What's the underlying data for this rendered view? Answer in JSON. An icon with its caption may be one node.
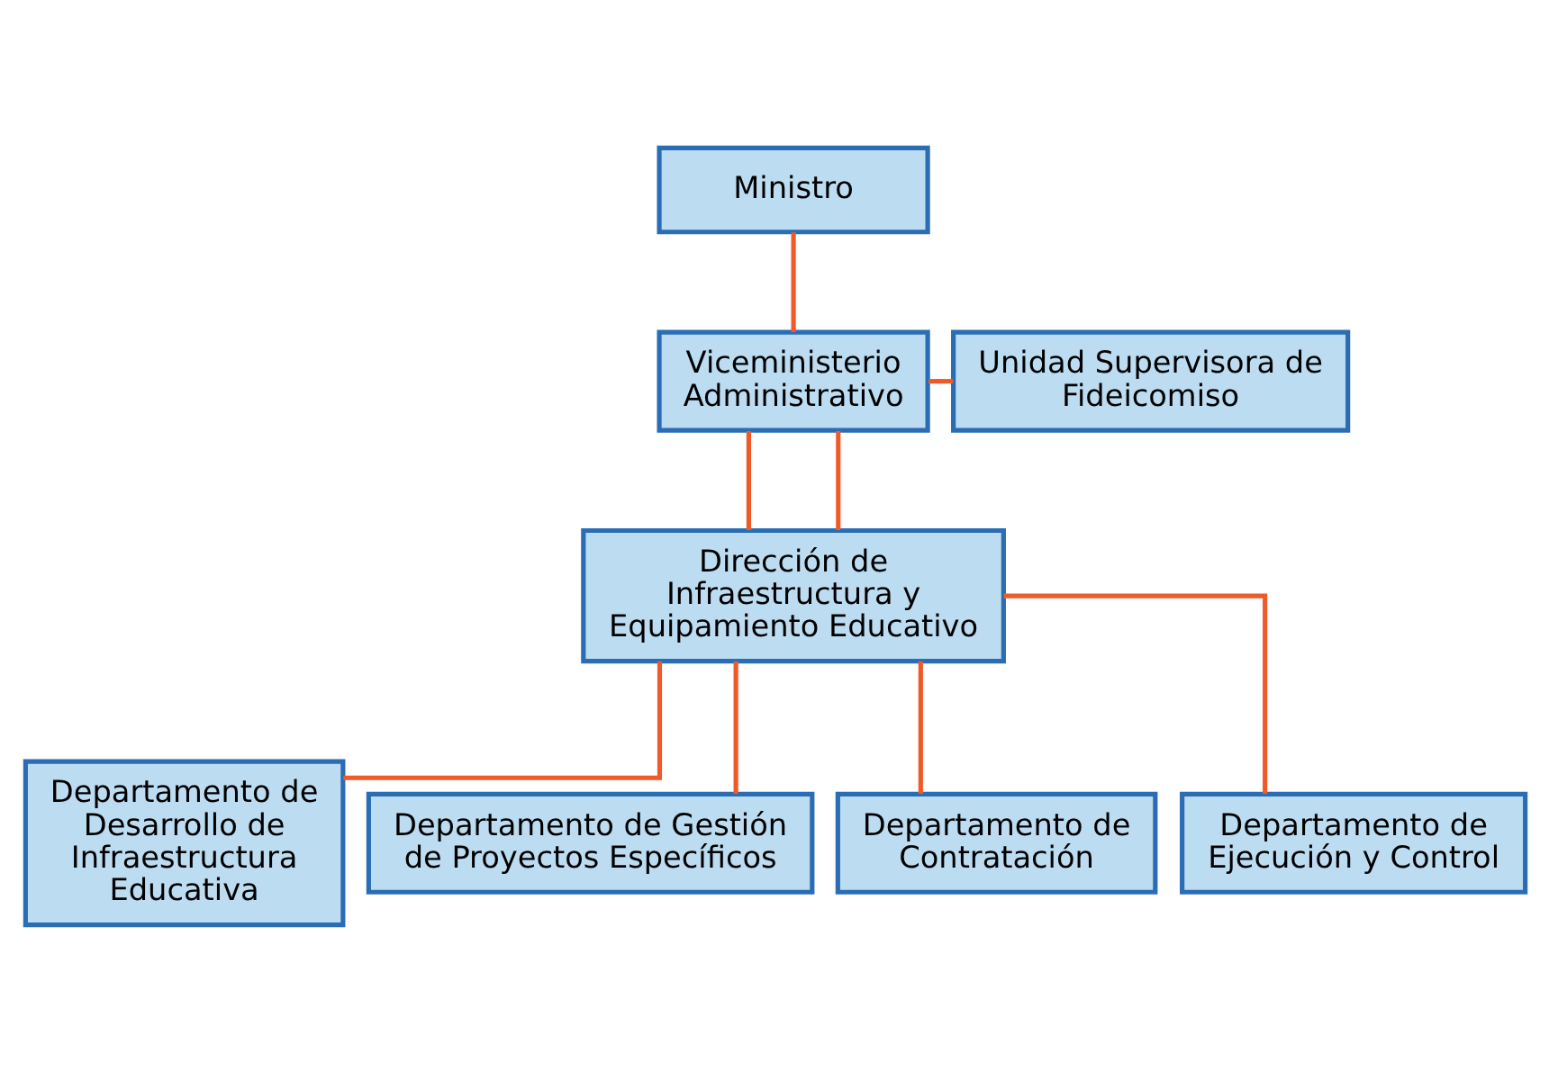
{
  "diagram": {
    "nodes": [
      {
        "text": [
          "Ministro"
        ]
      },
      {
        "text": [
          "Viceministerio Administrativo"
        ]
      },
      {
        "text": [
          "Unidad Supervisora de Fideicomiso"
        ]
      },
      {
        "text": [
          "Dirección de Infraestructura y Equipamiento Educativo"
        ]
      },
      {
        "text": [
          "Departamento de Desarrollo de Infraestructura Educativa"
        ]
      },
      {
        "text": [
          "Departamento de Gestión de Proyectos Específicos"
        ]
      },
      {
        "text": [
          "Departamento de Contratación"
        ]
      },
      {
        "text": [
          "Departamento de Ejecución y Control"
        ]
      }
    ],
    "edges": [
      {
        "from": 0,
        "to": 1,
        "arrow": "none"
      },
      {
        "from": 1,
        "to": 2,
        "arrow": "none"
      },
      {
        "from": 1,
        "to": 3,
        "arrow": "none"
      },
      {
        "from": 1,
        "to": 3,
        "arrow": "none"
      },
      {
        "from": 3,
        "to": 4,
        "arrow": "none"
      },
      {
        "from": 3,
        "to": 5,
        "arrow": "none"
      },
      {
        "from": 3,
        "to": 6,
        "arrow": "none"
      },
      {
        "from": 3,
        "to": 7,
        "arrow": "none"
      }
    ]
  }
}
